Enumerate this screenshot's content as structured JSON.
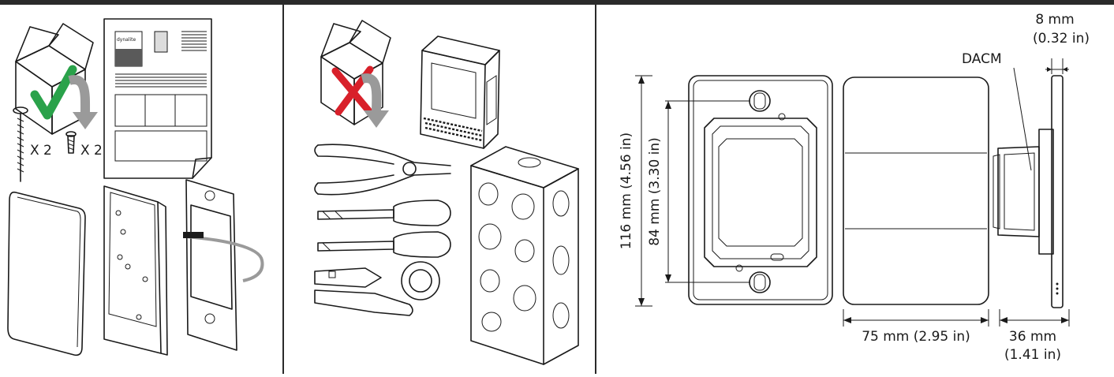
{
  "colors": {
    "frame": "#2a2a2a",
    "ok_check": "#2aa24a",
    "not_included_x": "#d8202a",
    "arrow_gray": "#9a9a9a",
    "panel_gray": "#e6e6e6",
    "dark_gray": "#5a5a5a"
  },
  "contents": {
    "screw_long_count": "X 2",
    "screw_short_count": "X 2",
    "leaflet_brand": "dynalite"
  },
  "tools": {
    "box_status_icon": "cross-icon"
  },
  "dimensions": {
    "height_total": "116 mm (4.56 in)",
    "height_mounting": "84 mm (3.30 in)",
    "width": "75 mm (2.95 in)",
    "depth_line1": "36 mm",
    "depth_line2": "(1.41 in)",
    "faceplate_line1": "8 mm",
    "faceplate_line2": "(0.32 in)",
    "module_label": "DACM"
  }
}
